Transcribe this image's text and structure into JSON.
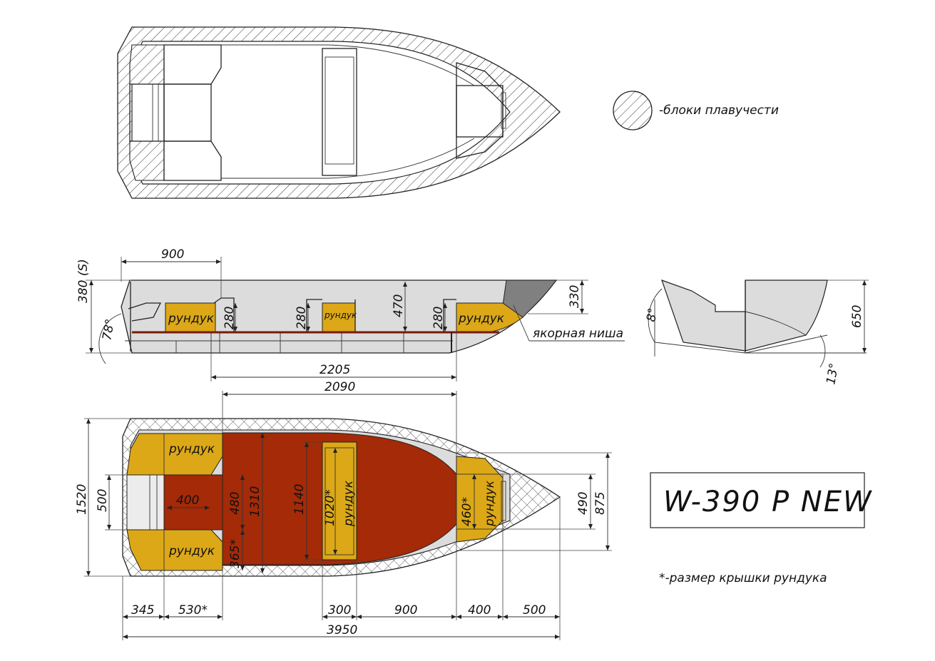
{
  "title": "W-390 P NEW",
  "legend": {
    "float_blocks": "-блоки плавучести",
    "note": "*-размер крышки рундука"
  },
  "labels": {
    "box": "рундук",
    "anchor": "якорная ниша"
  },
  "side_view": {
    "d900": "900",
    "d380": "380 (S)",
    "d78": "78°",
    "d280a": "280",
    "d280b": "280",
    "d280c": "280",
    "d470": "470",
    "d330": "330",
    "d2205": "2205"
  },
  "front_view": {
    "d8": "8°",
    "d650": "650",
    "d13": "13°"
  },
  "plan_view": {
    "d2090": "2090",
    "d1520": "1520",
    "d500": "500",
    "d400": "400",
    "d480": "480",
    "d365": "365*",
    "d1310": "1310",
    "d1140": "1140",
    "d1020": "1020*",
    "d460": "460*",
    "d490": "490",
    "d875": "875",
    "d345": "345",
    "d530": "530*",
    "d300": "300",
    "d900": "900",
    "d400b": "400",
    "d500b": "500",
    "d3950": "3950"
  },
  "colors": {
    "deck": "#a42a08",
    "box": "#dca817",
    "hull": "#dcdcdc",
    "anchor": "#808080"
  }
}
